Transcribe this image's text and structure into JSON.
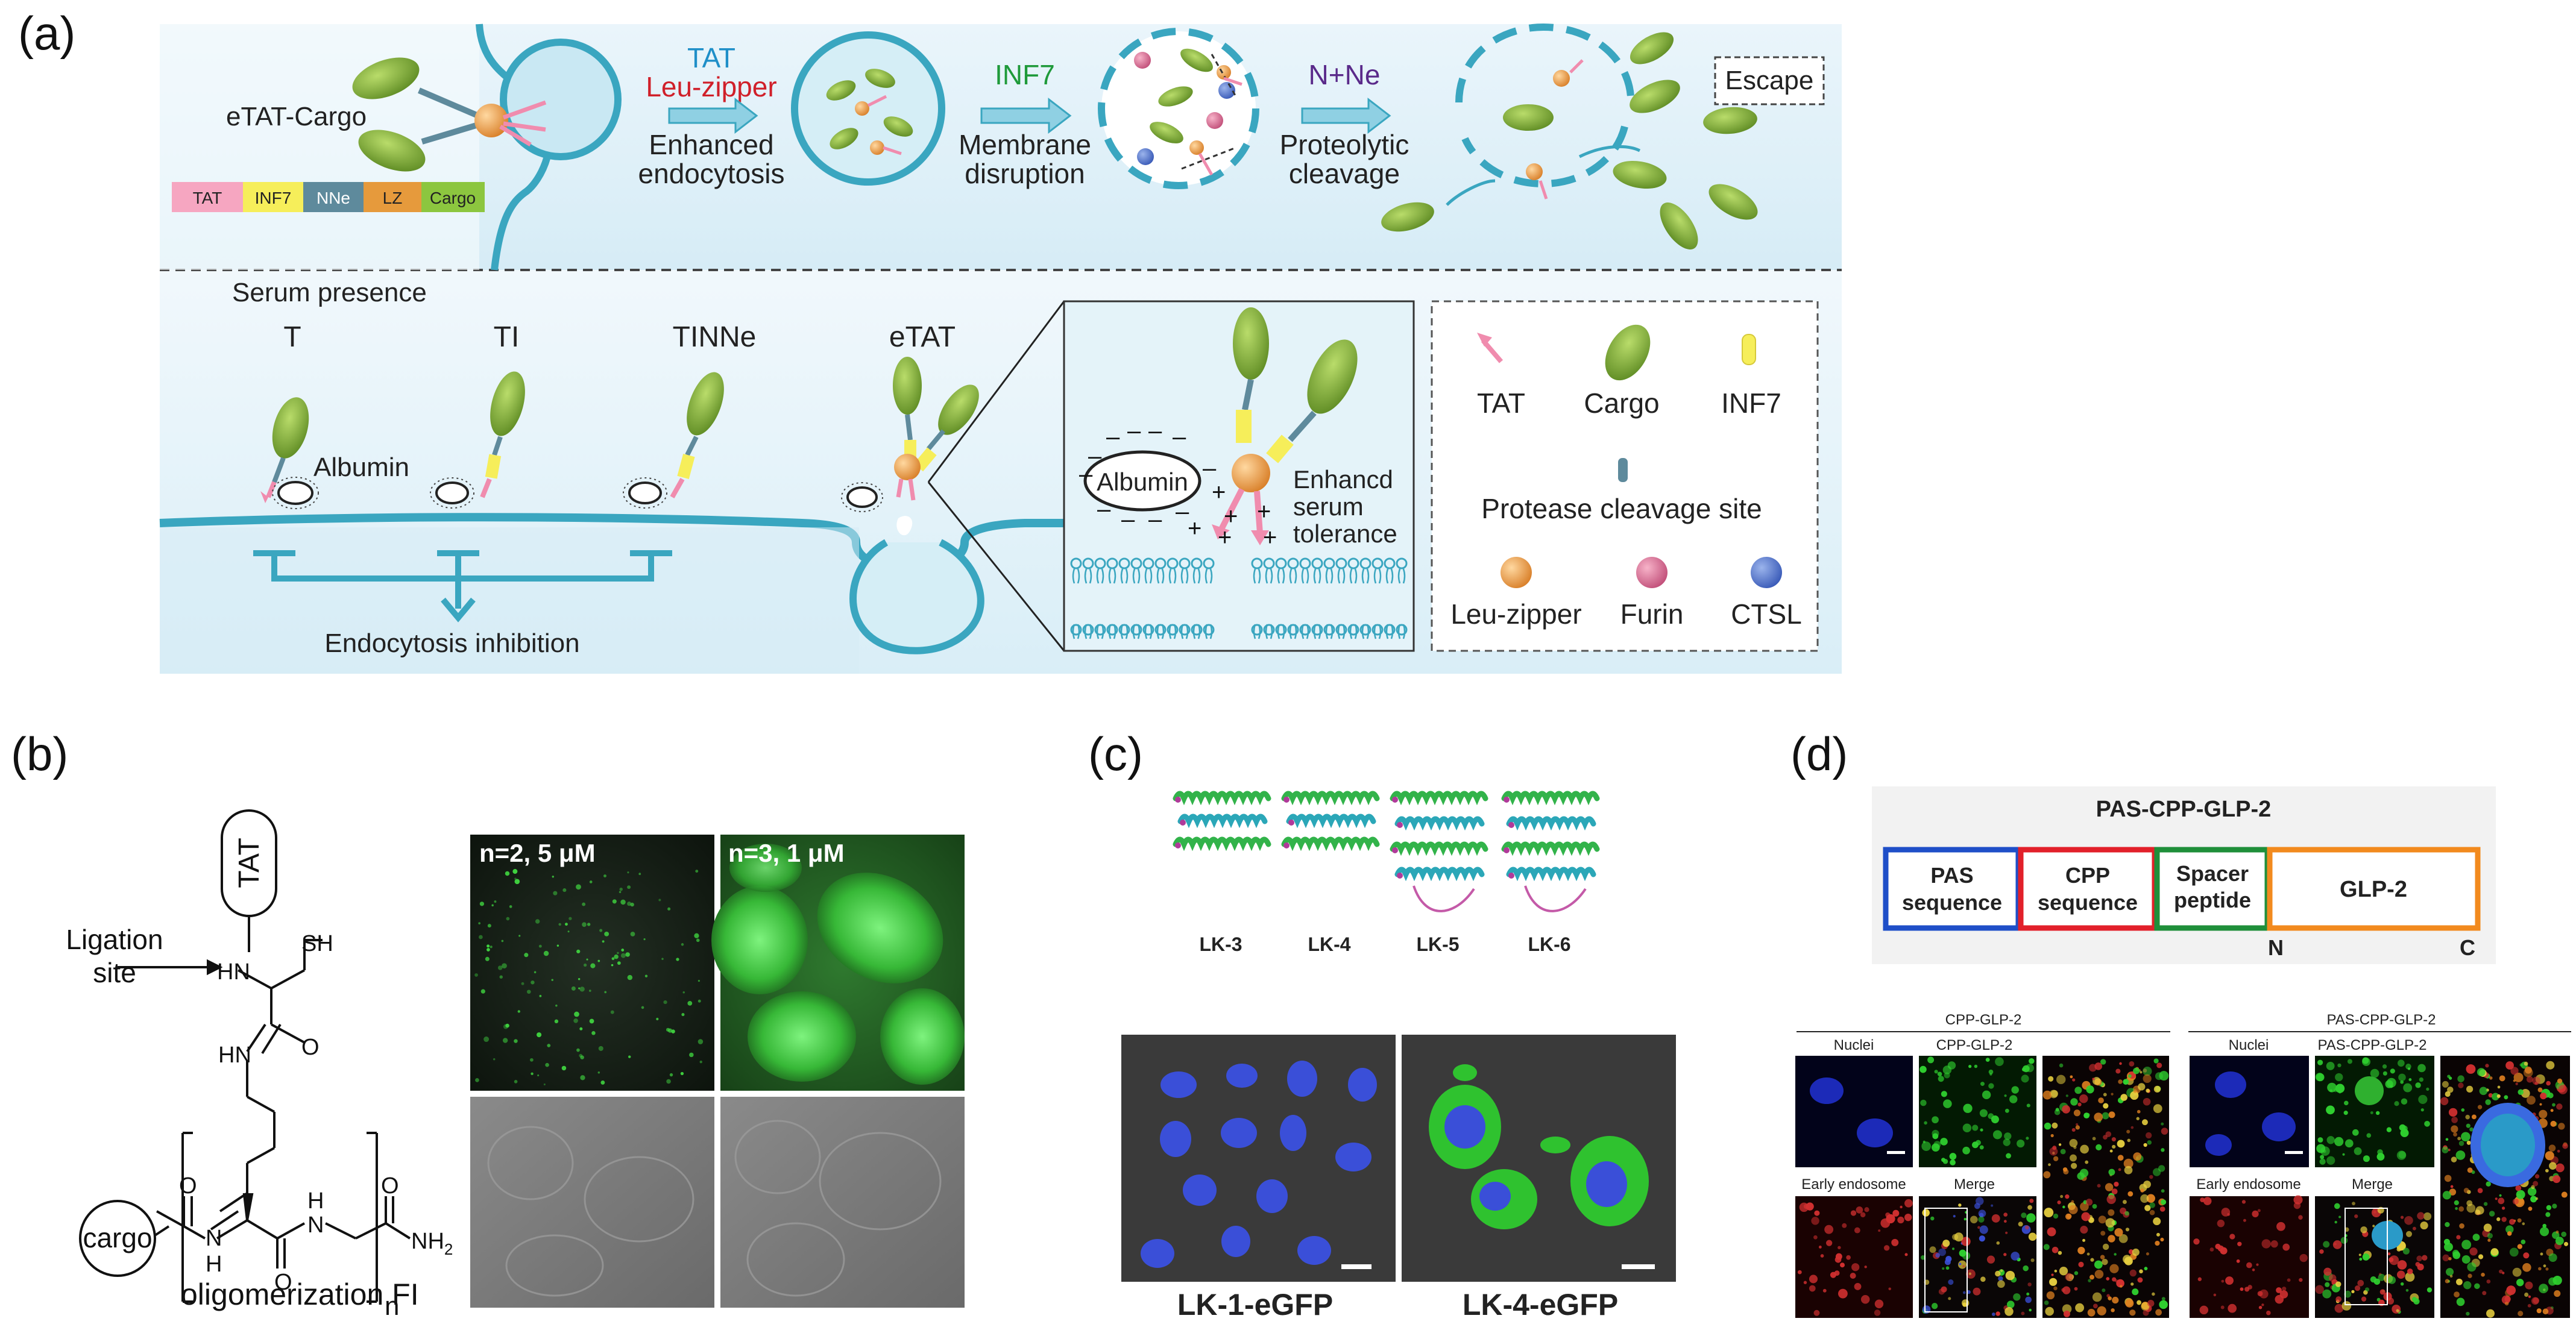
{
  "panels": {
    "a": {
      "label": "(a)",
      "top": {
        "etat_cargo": "eTAT-Cargo",
        "segments": [
          "TAT",
          "INF7",
          "NNe",
          "LZ",
          "Cargo"
        ],
        "step1_top": "TAT",
        "step1_mid": "Leu-zipper",
        "step1_l1": "Enhanced",
        "step1_l2": "endocytosis",
        "step2_top": "INF7",
        "step2_l1": "Membrane",
        "step2_l2": "disruption",
        "step3_top": "N+Ne",
        "step3_l1": "Proteolytic",
        "step3_l2": "cleavage",
        "escape": "Escape"
      },
      "bottom": {
        "serum": "Serum presence",
        "constructs": [
          "T",
          "TI",
          "TINNe",
          "eTAT"
        ],
        "albumin": "Albumin",
        "inhibition": "Endocytosis inhibition",
        "zoom_albumin": "Albumin",
        "zoom_l1": "Enhancd",
        "zoom_l2": "serum",
        "zoom_l3": "tolerance",
        "legend": {
          "tat": "TAT",
          "cargo": "Cargo",
          "inf7": "INF7",
          "protease": "Protease cleavage site",
          "leu": "Leu-zipper",
          "furin": "Furin",
          "ctsl": "CTSL"
        }
      }
    },
    "b": {
      "label": "(b)",
      "tat": "TAT",
      "ligation_l1": "Ligation",
      "ligation_l2": "site",
      "sh": "SH",
      "hn1": "HN",
      "hn2": "HN",
      "o1": "O",
      "o2": "O",
      "o3": "O",
      "n_h": "N",
      "h1": "H",
      "h2": "H",
      "n_h2": "N",
      "nh2": "NH",
      "nh2_sub": "2",
      "sub_n": "n",
      "cargo": "cargo",
      "caption": "oligomerization FI",
      "img1": "n=2, 5 μM",
      "img2": "n=3, 1 μM"
    },
    "c": {
      "label": "(c)",
      "structures": [
        "LK-3",
        "LK-4",
        "LK-5",
        "LK-6"
      ],
      "img1": "LK-1-eGFP",
      "img2": "LK-4-eGFP"
    },
    "d": {
      "label": "(d)",
      "construct": "PAS-CPP-GLP-2",
      "box1_l1": "PAS",
      "box1_l2": "sequence",
      "box2_l1": "CPP",
      "box2_l2": "sequence",
      "box3_l1": "Spacer",
      "box3_l2": "peptide",
      "box4": "GLP-2",
      "n_term": "N",
      "c_term": "C",
      "group1": "CPP-GLP-2",
      "group2": "PAS-CPP-GLP-2",
      "g1_nuclei": "Nuclei",
      "g1_col2": "CPP-GLP-2",
      "g1_early": "Early endosome",
      "g1_merge": "Merge",
      "g2_nuclei": "Nuclei",
      "g2_col2": "PAS-CPP-GLP-2",
      "g2_early": "Early endosome",
      "g2_merge": "Merge"
    }
  },
  "colors": {
    "tat": "#f6a6c1",
    "inf7": "#f6ee5a",
    "nne": "#5e8a9c",
    "lz": "#e69a3c",
    "cargo": "#8cc63f",
    "teal": "#3aa6c0",
    "pas": "#1f4fc8",
    "cpp": "#e2202a",
    "spacer": "#1f8f3a",
    "glp2": "#f28a1e"
  }
}
